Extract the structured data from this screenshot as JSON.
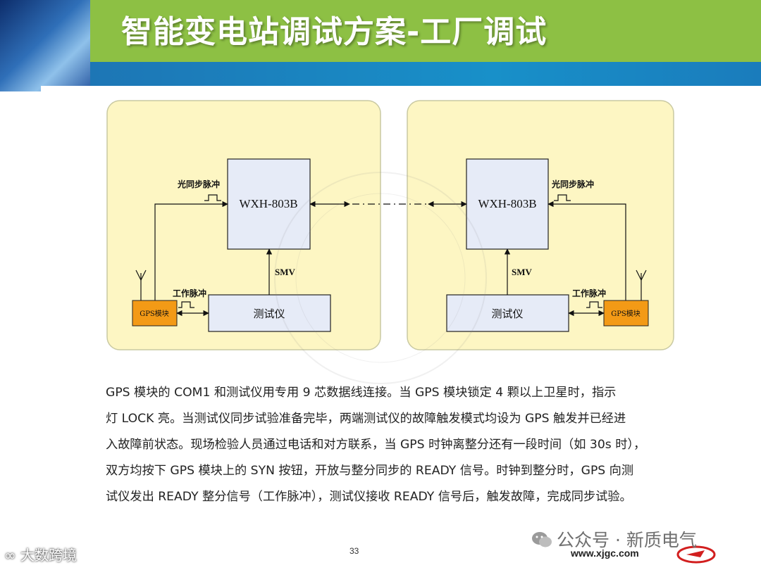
{
  "header": {
    "title": "智能变电站调试方案-工厂调试"
  },
  "diagram": {
    "left_panel": {
      "device": "WXH-803B",
      "tester": "测试仪",
      "gps_module": "GPS模块",
      "optical_sync_label": "光同步脉冲",
      "work_pulse_label": "工作脉冲",
      "smv_label": "SMV"
    },
    "right_panel": {
      "device": "WXH-803B",
      "tester": "测试仪",
      "gps_module": "GPS模块",
      "optical_sync_label": "光同步脉冲",
      "work_pulse_label": "工作脉冲",
      "smv_label": "SMV"
    },
    "colors": {
      "panel_fill": "#fdf6c3",
      "panel_border": "#c9c9a2",
      "box_fill": "#e6ebf7",
      "gps_fill": "#f39a16"
    }
  },
  "description": {
    "lines": [
      "GPS 模块的 COM1 和测试仪用专用 9 芯数据线连接。当 GPS 模块锁定 4 颗以上卫星时，指示",
      "灯 LOCK 亮。当测试仪同步试验准备完毕，两端测试仪的故障触发模式均设为 GPS 触发并已经进",
      "入故障前状态。现场检验人员通过电话和对方联系，当 GPS 时钟离整分还有一段时间（如 30s 时），",
      "双方均按下 GPS 模块上的 SYN 按钮，开放与整分同步的 READY 信号。时钟到整分时，GPS 向测",
      "试仪发出 READY 整分信号（工作脉冲），测试仪接收 READY 信号后，触发故障，完成同步试验。"
    ]
  },
  "footer": {
    "account": "公众号 · 新质电气",
    "left_watermark": "大数跨境",
    "site": "www.xjgc.com",
    "page_number": "33"
  }
}
